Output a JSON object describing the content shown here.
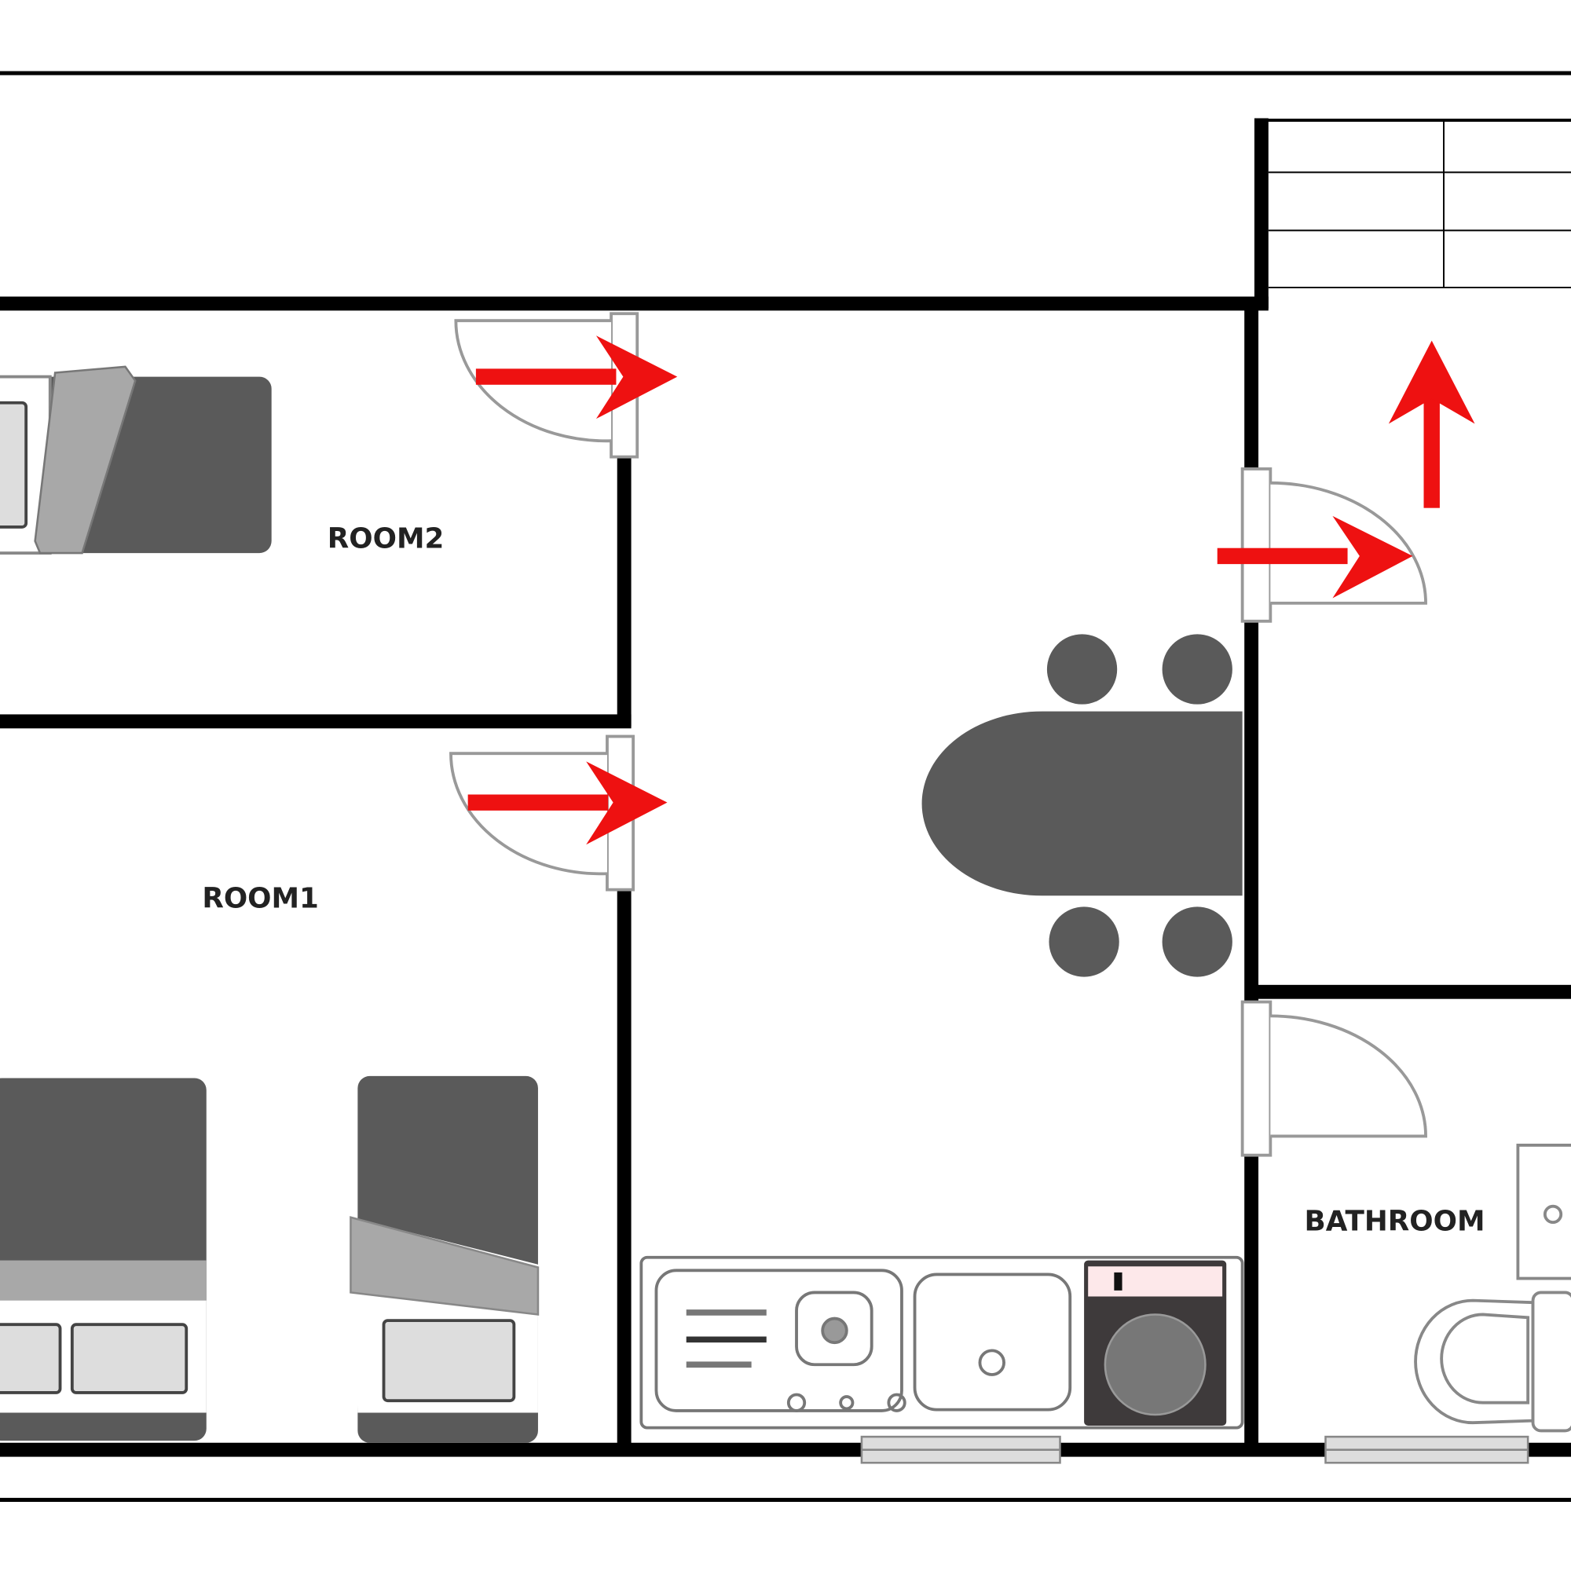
{
  "rooms": {
    "room2": "ROOM2",
    "room1": "ROOM1",
    "bathroom": "BATHROOM"
  },
  "colors": {
    "wall": "#000000",
    "furniture": "#5a5a5a",
    "furniture_light": "#a8a8a8",
    "arrow": "#ee1111"
  }
}
